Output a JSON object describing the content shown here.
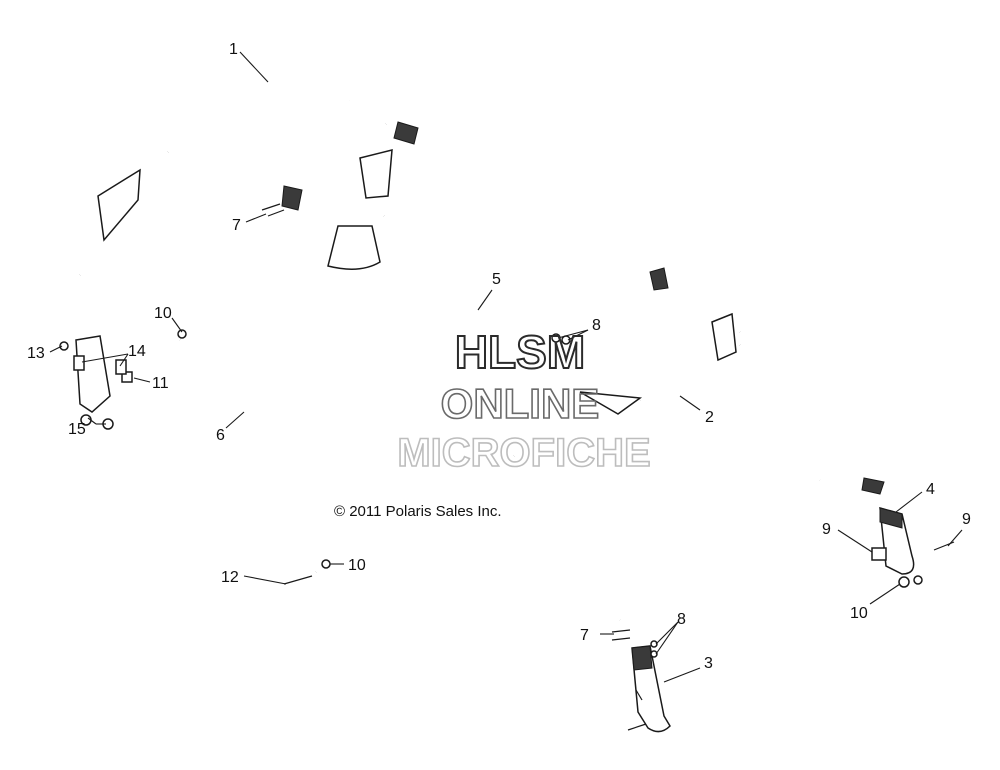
{
  "diagram": {
    "copyright": "© 2011 Polaris Sales Inc.",
    "watermark": [
      "HLSM",
      "ONLINE",
      "MICROFICHE"
    ],
    "callouts": [
      {
        "id": "c1",
        "label": "1"
      },
      {
        "id": "c2",
        "label": "2"
      },
      {
        "id": "c3",
        "label": "3"
      },
      {
        "id": "c4",
        "label": "4"
      },
      {
        "id": "c5",
        "label": "5"
      },
      {
        "id": "c6",
        "label": "6"
      },
      {
        "id": "c7a",
        "label": "7"
      },
      {
        "id": "c7b",
        "label": "7"
      },
      {
        "id": "c8a",
        "label": "8"
      },
      {
        "id": "c8b",
        "label": "8"
      },
      {
        "id": "c9a",
        "label": "9"
      },
      {
        "id": "c9b",
        "label": "9"
      },
      {
        "id": "c10a",
        "label": "10"
      },
      {
        "id": "c10b",
        "label": "10"
      },
      {
        "id": "c10c",
        "label": "10"
      },
      {
        "id": "c11",
        "label": "11"
      },
      {
        "id": "c12",
        "label": "12"
      },
      {
        "id": "c13",
        "label": "13"
      },
      {
        "id": "c14",
        "label": "14"
      },
      {
        "id": "c15",
        "label": "15"
      }
    ]
  }
}
